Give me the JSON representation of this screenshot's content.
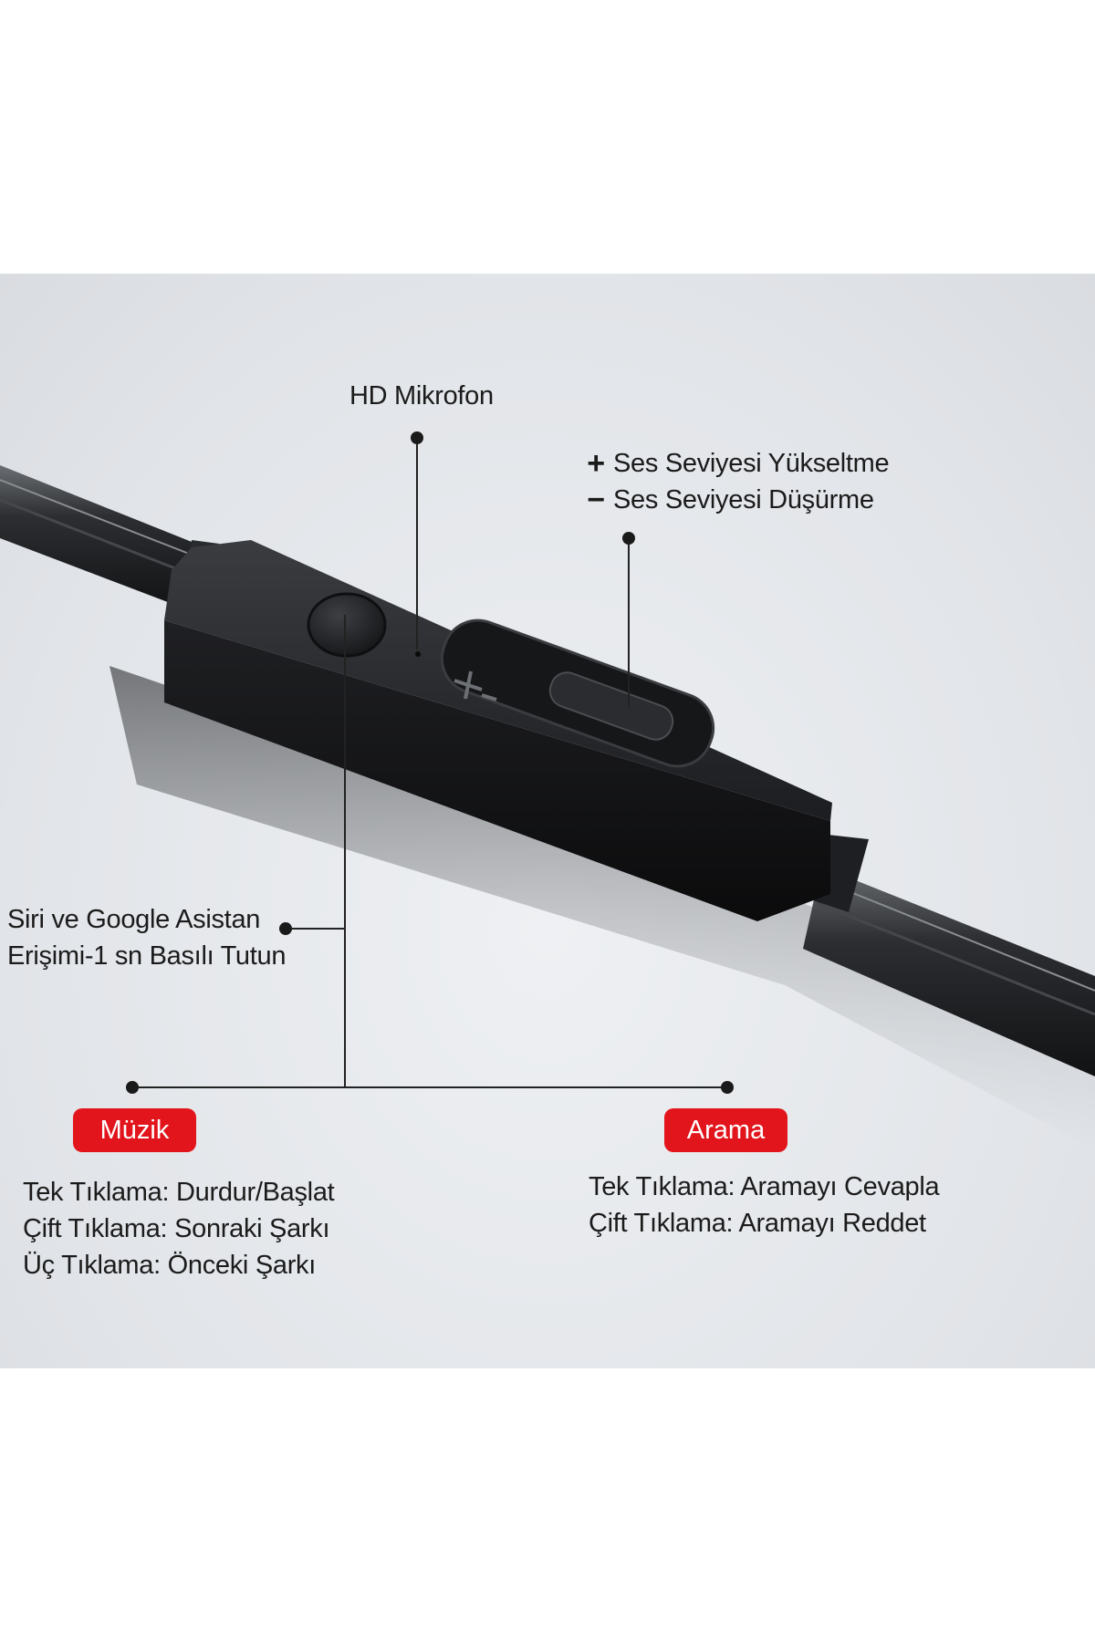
{
  "labels": {
    "microphone": "HD Mikrofon",
    "volume_up_symbol": "+",
    "volume_up": "Ses Seviyesi Yükseltme",
    "volume_down_symbol": "−",
    "volume_down": "Ses Seviyesi Düşürme",
    "assistant_line1": "Siri ve Google Asistan",
    "assistant_line2": "Erişimi-1 sn Basılı Tutun"
  },
  "music": {
    "title": "Müzik",
    "lines": [
      "Tek Tıklama: Durdur/Başlat",
      "Çift Tıklama: Sonraki Şarkı",
      "Üç Tıklama: Önceki Şarkı"
    ]
  },
  "call": {
    "title": "Arama",
    "lines": [
      "Tek Tıklama: Aramayı Cevapla",
      "Çift Tıklama: Aramayı Reddet"
    ]
  },
  "colors": {
    "accent": "#e2141c",
    "background": "#e2e5e9",
    "controller": "#1a1b1d"
  },
  "icons": [
    "volume-plus-icon",
    "volume-minus-icon"
  ]
}
